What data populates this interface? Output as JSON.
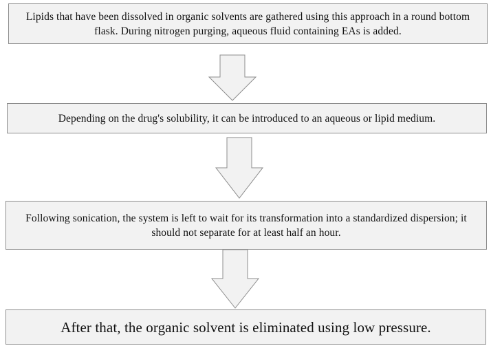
{
  "flowchart": {
    "steps": [
      {
        "text": "Lipids that have been dissolved in organic solvents are gathered using this approach in a round bottom flask. During nitrogen purging, aqueous fluid containing EAs is added."
      },
      {
        "text": "Depending on the drug's solubility, it can be introduced to an aqueous or lipid medium."
      },
      {
        "text": "Following sonication, the system is left to wait for its transformation into a standardized dispersion; it should not separate for at least half an hour."
      },
      {
        "text": "After that, the organic solvent is eliminated using low pressure."
      }
    ],
    "colors": {
      "box_fill": "#f2f2f2",
      "box_border": "#8c8c8c",
      "arrow_fill": "#f2f2f2",
      "arrow_stroke": "#8c8c8c"
    }
  }
}
